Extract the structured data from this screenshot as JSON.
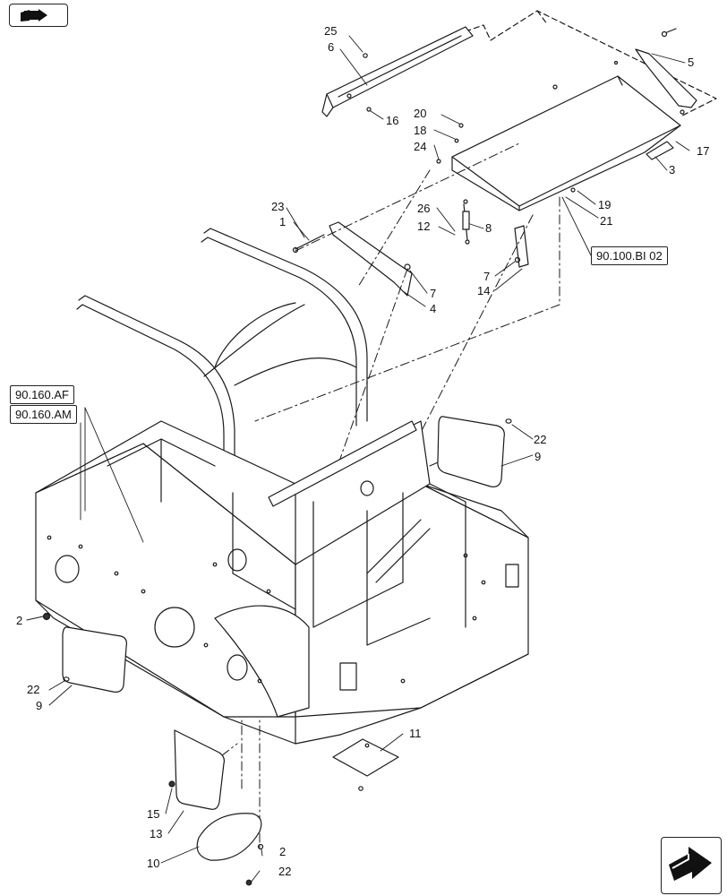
{
  "callouts": [
    {
      "id": "c25",
      "text": "25"
    },
    {
      "id": "c6",
      "text": "6"
    },
    {
      "id": "c16",
      "text": "16"
    },
    {
      "id": "c20",
      "text": "20"
    },
    {
      "id": "c18",
      "text": "18"
    },
    {
      "id": "c24",
      "text": "24"
    },
    {
      "id": "c5",
      "text": "5"
    },
    {
      "id": "c17",
      "text": "17"
    },
    {
      "id": "c3",
      "text": "3"
    },
    {
      "id": "c19",
      "text": "19"
    },
    {
      "id": "c21",
      "text": "21"
    },
    {
      "id": "c23",
      "text": "23"
    },
    {
      "id": "c1",
      "text": "1"
    },
    {
      "id": "c26",
      "text": "26"
    },
    {
      "id": "c12",
      "text": "12"
    },
    {
      "id": "c8",
      "text": "8"
    },
    {
      "id": "c7a",
      "text": "7"
    },
    {
      "id": "c4",
      "text": "4"
    },
    {
      "id": "c7b",
      "text": "7"
    },
    {
      "id": "c14",
      "text": "14"
    },
    {
      "id": "c22a",
      "text": "22"
    },
    {
      "id": "c9a",
      "text": "9"
    },
    {
      "id": "c2a",
      "text": "2"
    },
    {
      "id": "c22b",
      "text": "22"
    },
    {
      "id": "c9b",
      "text": "9"
    },
    {
      "id": "c11",
      "text": "11"
    },
    {
      "id": "c15",
      "text": "15"
    },
    {
      "id": "c13",
      "text": "13"
    },
    {
      "id": "c2b",
      "text": "2"
    },
    {
      "id": "c10",
      "text": "10"
    },
    {
      "id": "c22c",
      "text": "22"
    }
  ],
  "references": [
    {
      "id": "ref1",
      "text": "90.100.BI 02"
    },
    {
      "id": "ref2",
      "text": "90.160.AF"
    },
    {
      "id": "ref3",
      "text": "90.160.AM"
    }
  ],
  "icons": {
    "top_left": "book-arrow-icon",
    "bottom_right": "next-page-arrow-icon"
  },
  "colors": {
    "line": "#1a1a1a",
    "background": "#ffffff"
  }
}
